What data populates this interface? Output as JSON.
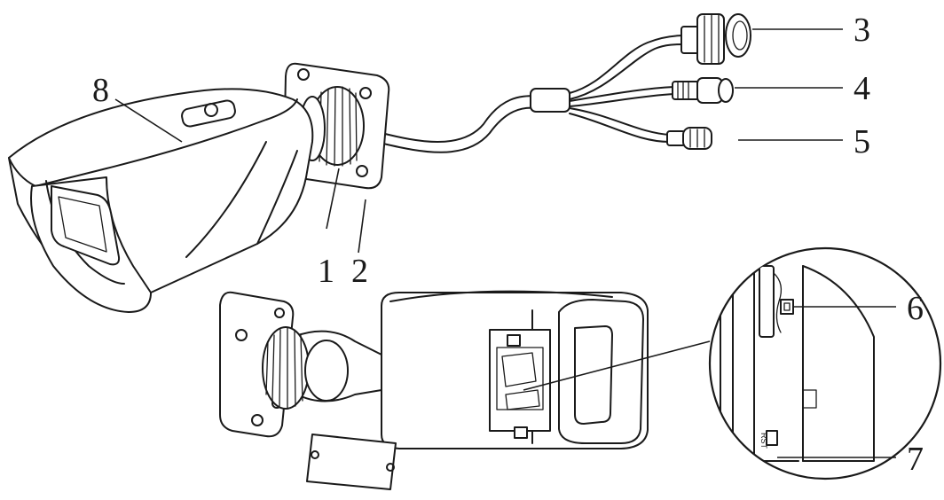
{
  "callouts": {
    "c1": "1",
    "c2": "2",
    "c3": "3",
    "c4": "4",
    "c5": "5",
    "c6": "6",
    "c7": "7",
    "c8": "8"
  },
  "board_text": {
    "rst": "RST"
  },
  "colors": {
    "line": "#1a1a1a",
    "background": "#ffffff"
  }
}
